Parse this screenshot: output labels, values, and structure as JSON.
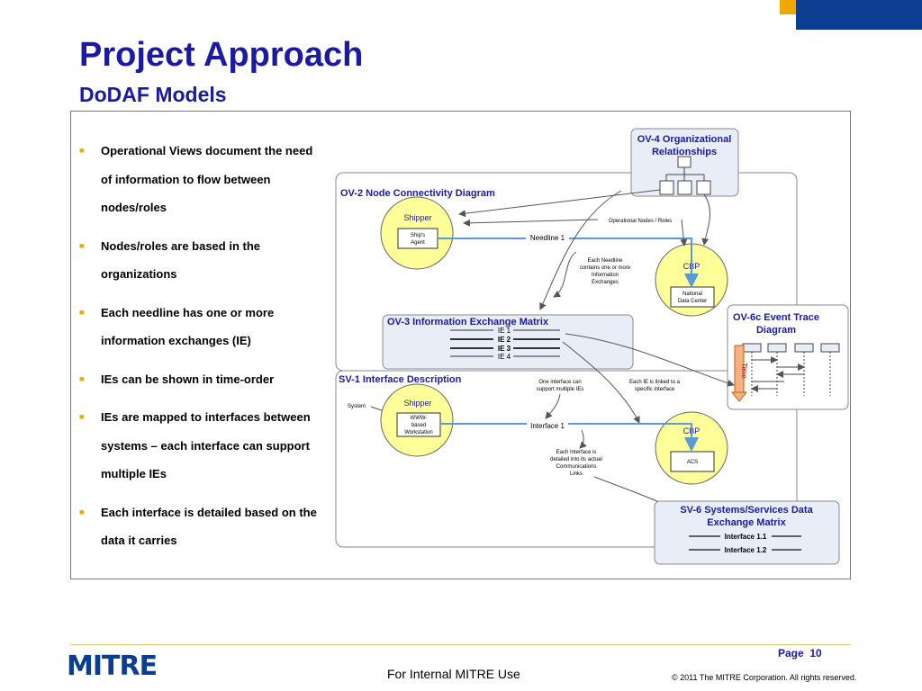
{
  "header": {
    "title": "Project Approach",
    "subtitle": "DoDAF Models"
  },
  "bullets": [
    "Operational Views document the need of information to flow between nodes/roles",
    "Nodes/roles are based in the organizations",
    "Each needline has one or more information exchanges (IE)",
    "IEs can be shown in time-order",
    "IEs are mapped to interfaces between systems – each interface can support multiple IEs",
    "Each interface is detailed based on the data it carries"
  ],
  "diagram": {
    "ov4": {
      "title_line1": "OV-4 Organizational",
      "title_line2": "Relationships"
    },
    "ov2": {
      "title": "OV-2 Node Connectivity Diagram",
      "shipper": "Shipper",
      "shippers_agent_line1": "Ship's",
      "shippers_agent_line2": "Agent",
      "cbp": "CBP",
      "ndc_line1": "National",
      "ndc_line2": "Data Center",
      "needline": "Needline 1",
      "op_nodes_label": "Operational Nodes / Roles",
      "needline_note": [
        "Each Needline",
        "contains one or more",
        "Information",
        "Exchanges"
      ]
    },
    "ov3": {
      "title": "OV-3 Information Exchange Matrix",
      "rows": [
        "IE 1",
        "IE 2",
        "IE 3",
        "IE 4"
      ]
    },
    "ov6c": {
      "title_line1": "OV-6c Event Trace",
      "title_line2": "Diagram",
      "time_label": "Time"
    },
    "sv1": {
      "title": "SV-1 Interface Description",
      "system_label": "System",
      "shipper": "Shipper",
      "www_lines": [
        "WWW-",
        "based",
        "Workstation"
      ],
      "cbp": "CBP",
      "acs": "ACS",
      "interface": "Interface 1",
      "note_one_interface": [
        "One interface can",
        "support multiple IEs"
      ],
      "note_each_ie": [
        "Each IE is linked to a",
        "specific interface"
      ],
      "note_each_interface": [
        "Each Interface is",
        "detailed into its actual",
        "Communications",
        "Links"
      ]
    },
    "sv6": {
      "title_line1": "SV-6 Systems/Services Data",
      "title_line2": "Exchange Matrix",
      "rows": [
        "Interface 1.1",
        "Interface 1.2"
      ]
    }
  },
  "footer": {
    "logo": "MITRE",
    "page_label": "Page",
    "page_number": "10",
    "center": "For Internal MITRE Use",
    "copyright": "© 2011 The MITRE Corporation. All rights reserved."
  },
  "colors": {
    "title": "#1a1aa6",
    "bullet_marker": "#f0a800",
    "corner_blue": "#0b3d91",
    "corner_gold": "#f0a800",
    "panel_fill": "#e8eef8",
    "node_fill": "#ffff99",
    "line_blue": "#5b9bd5"
  }
}
